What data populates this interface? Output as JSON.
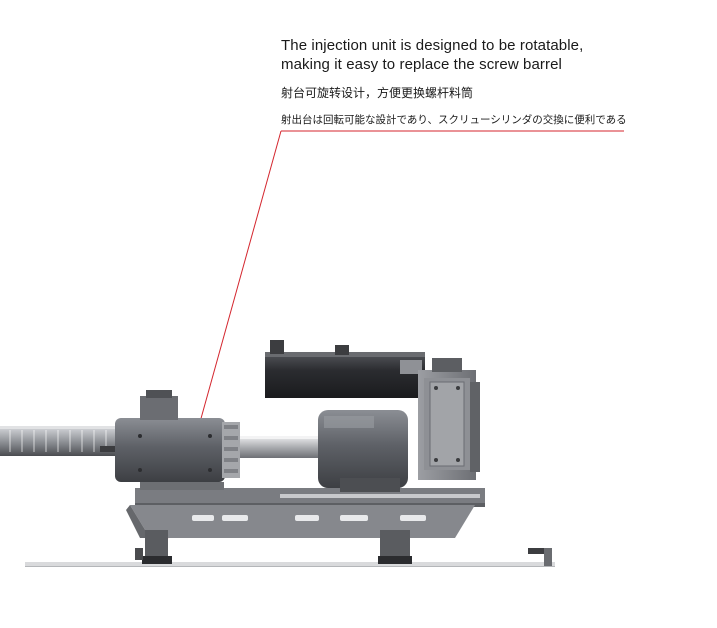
{
  "caption": {
    "english_line1": "The injection unit is designed to be rotatable,",
    "english_line2": "making it easy to replace the screw barrel",
    "chinese": "射台可旋转设计，方便更换螺杆料筒",
    "japanese": "射出台は回転可能な設計であり、スクリューシリンダの交換に便利である"
  },
  "colors": {
    "leader_line": "#d4262e",
    "machine_dark": "#5a5c62",
    "machine_mid": "#8a8c92",
    "machine_light": "#b8babf",
    "motor_black": "#2a2b2e",
    "text": "#1a1a1a"
  },
  "icons": [
    "injection-unit-illustration",
    "servo-motor",
    "gearbox",
    "base-frame"
  ]
}
